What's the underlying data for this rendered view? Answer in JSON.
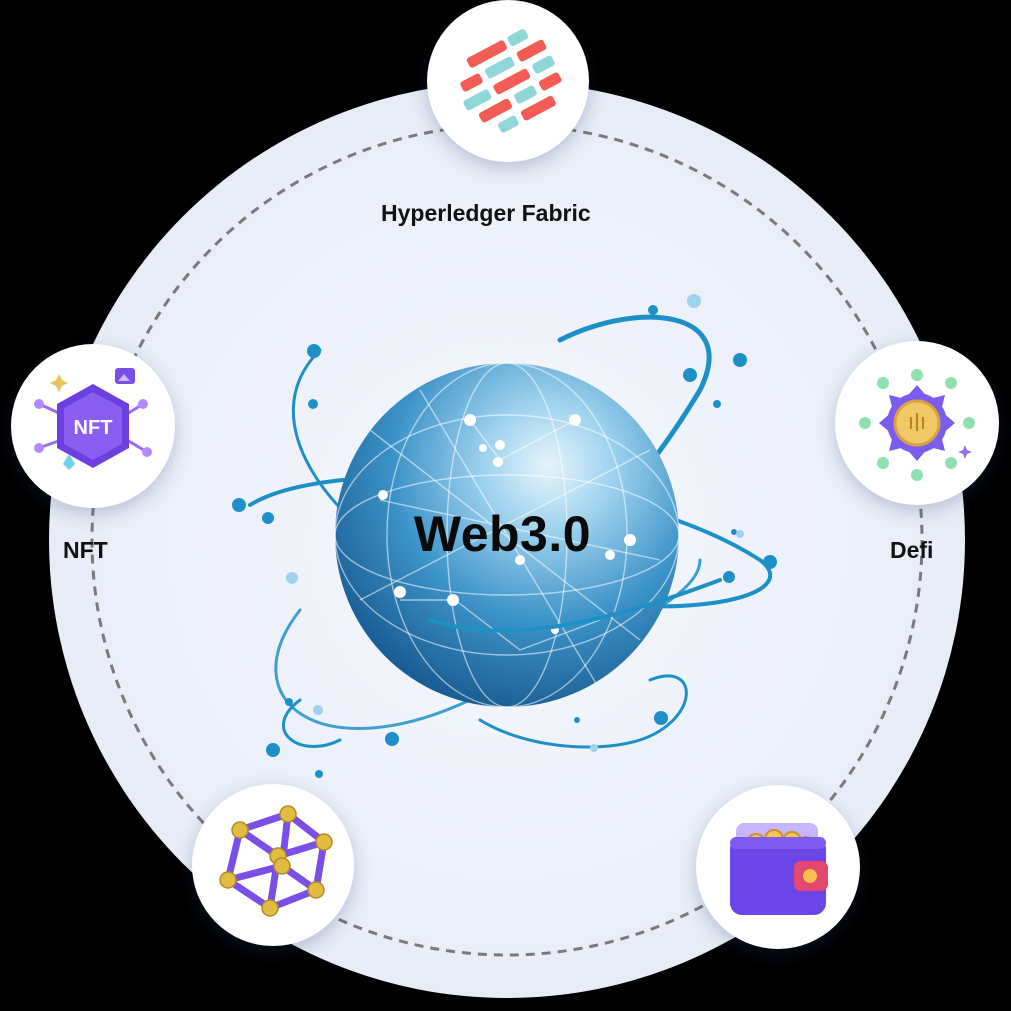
{
  "center": {
    "title": "Web3.0"
  },
  "nodes": {
    "top": {
      "label": "Hyperledger Fabric",
      "icon": "hyperledger-fabric-icon"
    },
    "left": {
      "label": "NFT",
      "icon": "nft-hexagon-icon",
      "badge": "NFT"
    },
    "right": {
      "label": "Defi",
      "icon": "defi-network-icon"
    },
    "bottom_left": {
      "label": "",
      "icon": "blockchain-cube-icon"
    },
    "bottom_right": {
      "label": "",
      "icon": "wallet-icon"
    }
  },
  "colors": {
    "backdrop": "#000000",
    "ring_fill": "#eef2fb",
    "dash": "#7a7a7a",
    "globe_dark": "#1f6fa8",
    "globe_light": "#cde9f7",
    "orbit": "#1e90c8",
    "purple": "#7b4fe6",
    "coral": "#f25c54",
    "teal": "#8fd6d9",
    "gold": "#e9c45a"
  }
}
